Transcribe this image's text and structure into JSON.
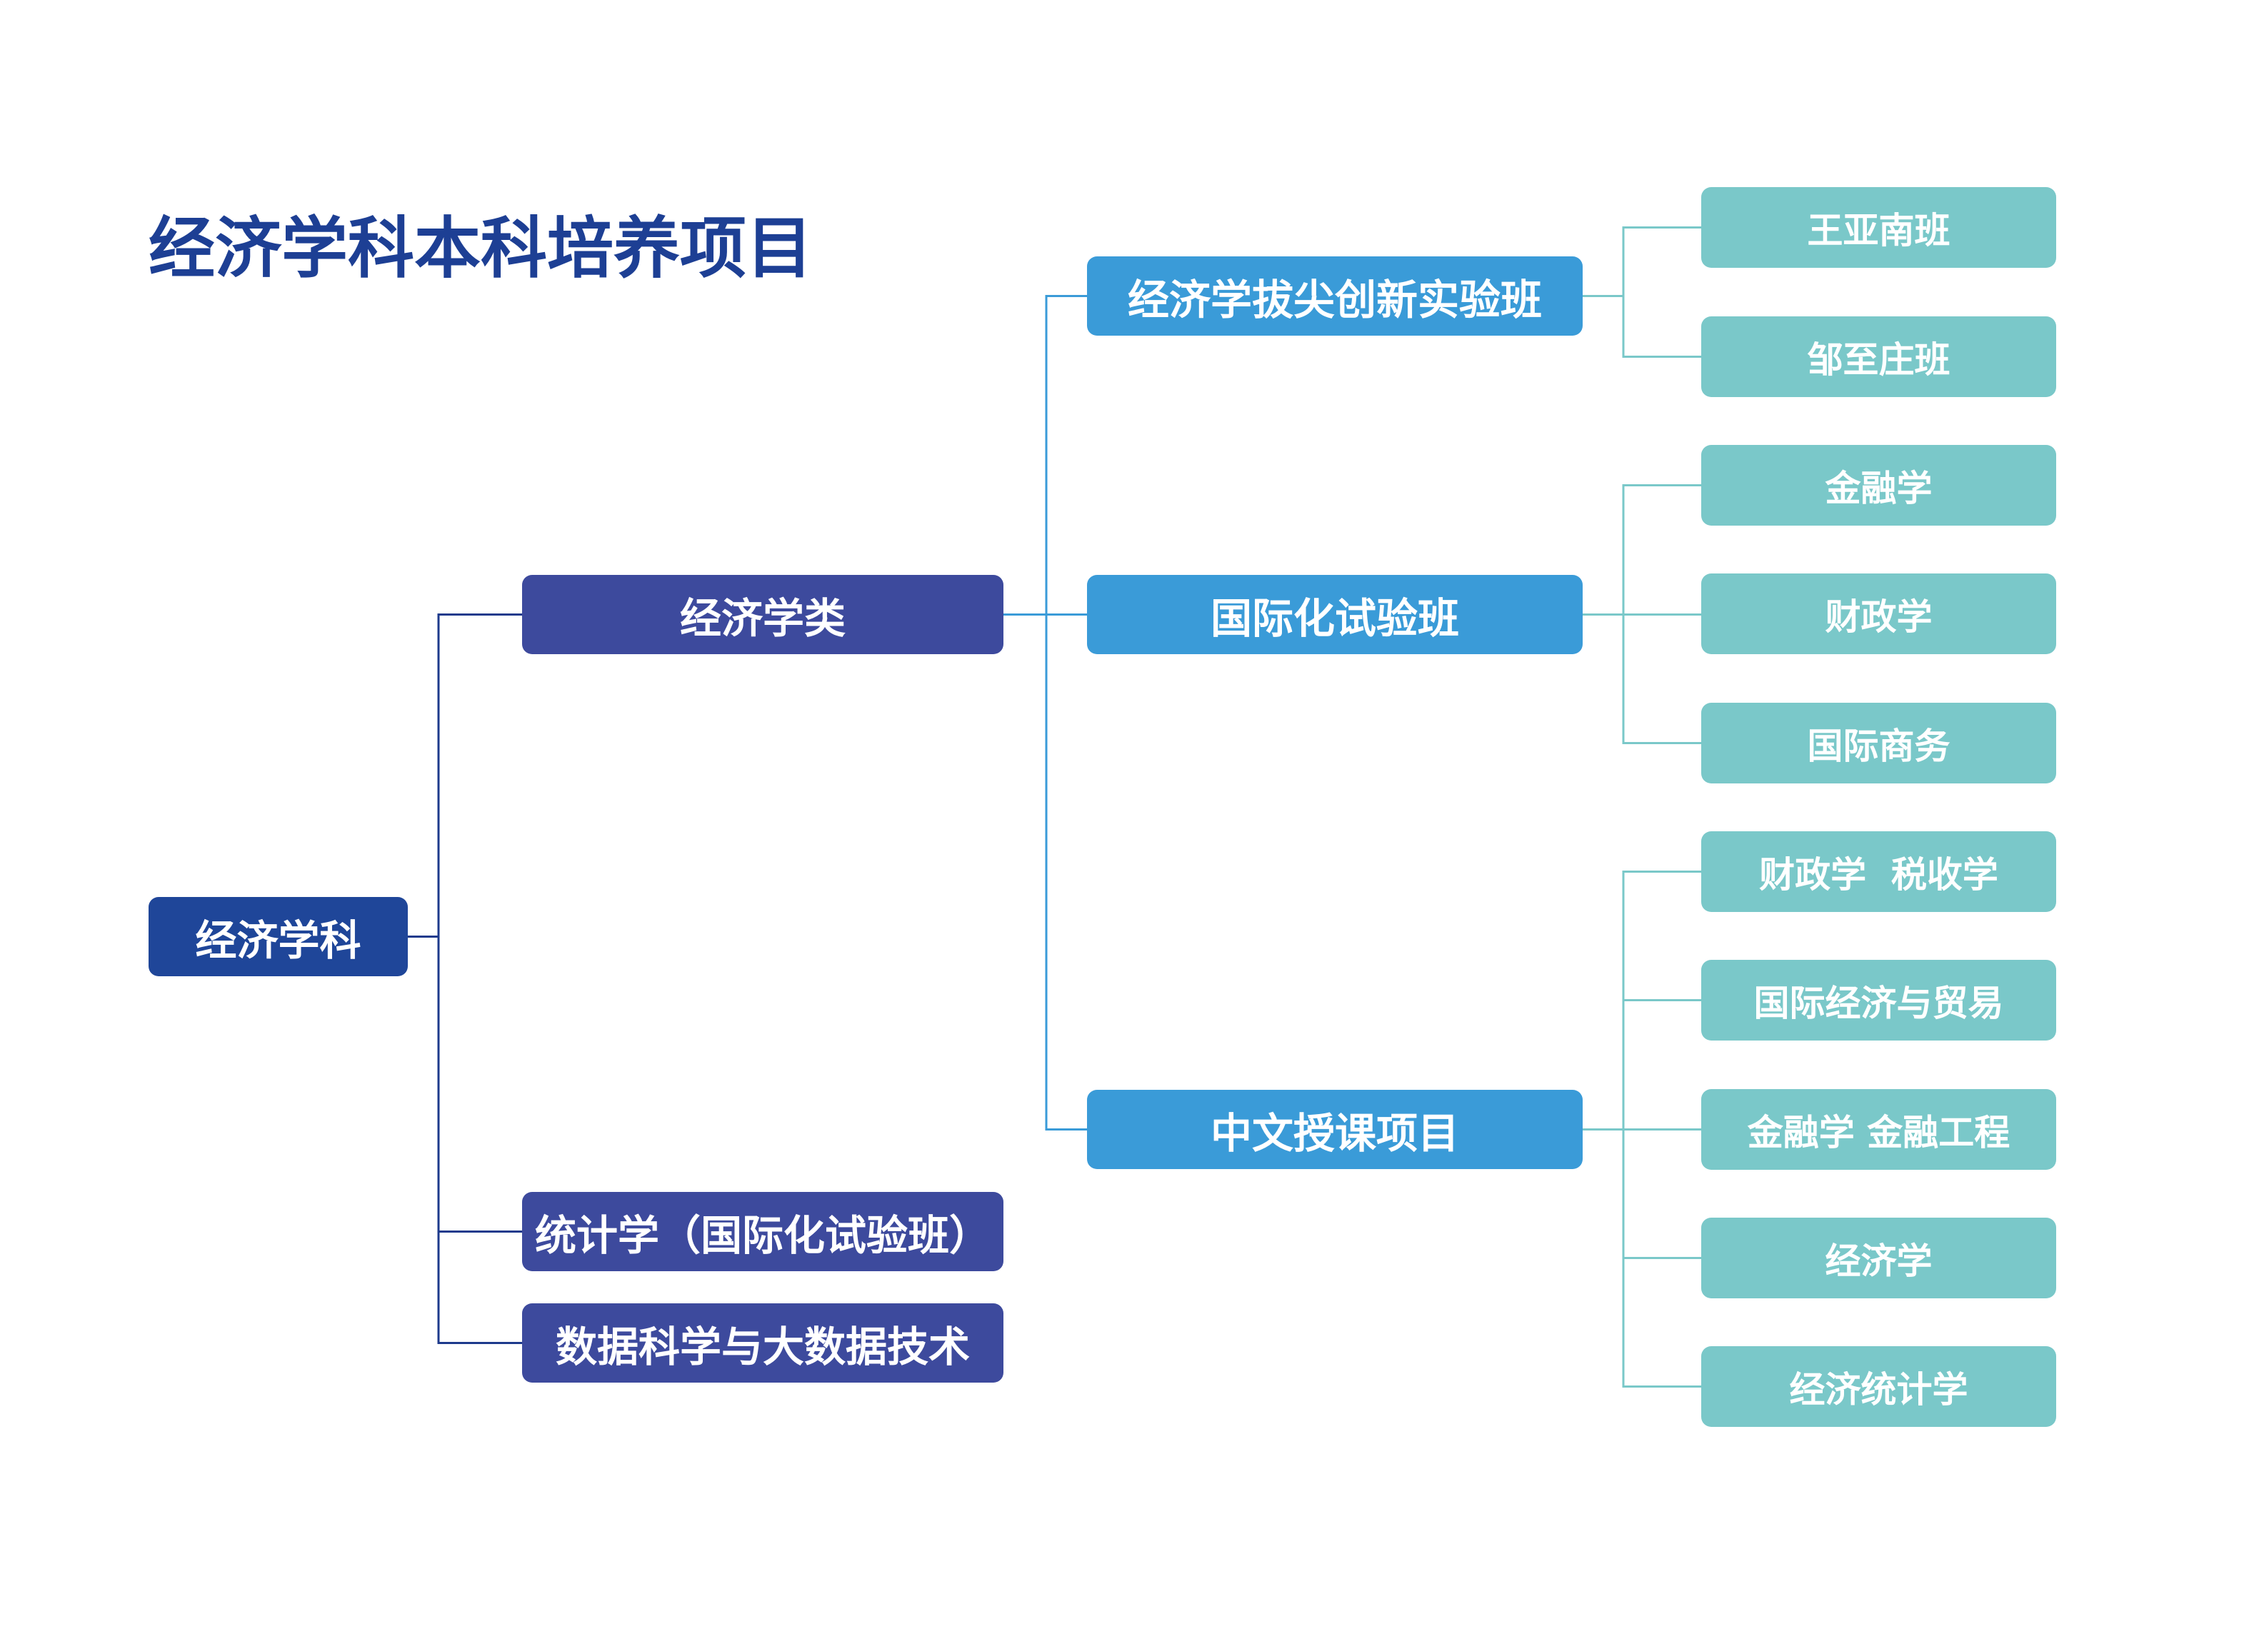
{
  "title": "经济学科本科培养项目",
  "colors": {
    "title": "#1d3f94",
    "root_node": "#1f4699",
    "level1_node": "#3d4a9d",
    "level2_node": "#3a9bd8",
    "level3_node": "#7ac8c9",
    "node_text": "#ffffff",
    "root_lines": "#1d3a8c",
    "level1_lines": "#3a9bd8",
    "level2_lines": "#7ac8c9"
  },
  "root": {
    "label": "经济学科",
    "children": [
      {
        "label": "经济学类",
        "children": [
          {
            "label": "经济学拔尖创新实验班",
            "children": [
              "王亚南班",
              "邹至庄班"
            ]
          },
          {
            "label": "国际化试验班",
            "children": [
              "金融学",
              "财政学",
              "国际商务"
            ]
          },
          {
            "label": "中文授课项目",
            "children": [
              "财政学  税收学",
              "国际经济与贸易",
              "金融学 金融工程",
              "经济学",
              "经济统计学"
            ]
          }
        ]
      },
      {
        "label": "统计学（国际化试验班）"
      },
      {
        "label": "数据科学与大数据技术"
      }
    ]
  }
}
